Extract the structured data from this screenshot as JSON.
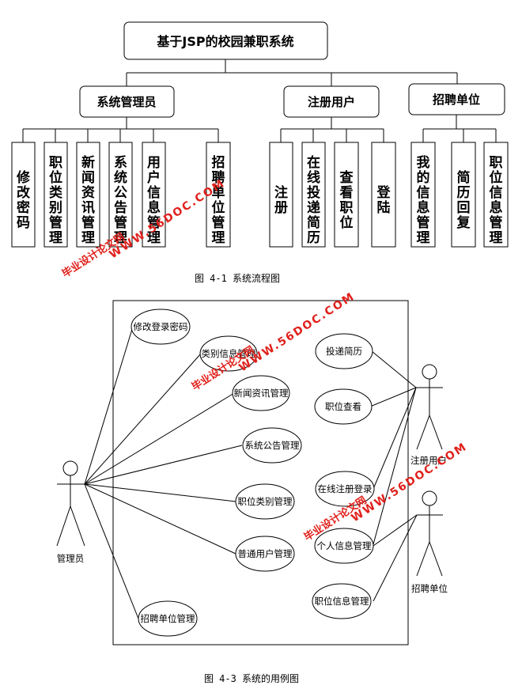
{
  "flowchart": {
    "root": "基于JSP的校园兼职系统",
    "groups": [
      {
        "label": "系统管理员",
        "children": [
          "修改密码",
          "职位类别管理",
          "新闻资讯管理",
          "系统公告管理",
          "用户信息管理",
          "招聘单位管理"
        ]
      },
      {
        "label": "注册用户",
        "children": [
          "注册",
          "在线投递简历",
          "查看职位",
          "登陆"
        ]
      },
      {
        "label": "招聘单位",
        "children": [
          "我的信息管理",
          "简历回复",
          "职位信息管理"
        ]
      }
    ],
    "caption": "图 4-1  系统流程图"
  },
  "usecase": {
    "actors": {
      "admin": "管理员",
      "user": "注册用户",
      "company": "招聘单位"
    },
    "admin_cases": [
      "修改登录密码",
      "类别信息管理",
      "新闻资讯管理",
      "系统公告管理",
      "职位类别管理",
      "普通用户管理",
      "招聘单位管理"
    ],
    "user_cases": [
      "投递简历",
      "职位查看",
      "在线注册登录",
      "个人信息管理"
    ],
    "company_cases": [
      "职位信息管理"
    ],
    "caption": "图 4-3  系统的用例图"
  },
  "watermarks": {
    "url": "WWW.56DOC.COM",
    "text": "毕业设计论文网"
  },
  "colors": {
    "watermark": "#e0201b",
    "stroke": "#000000"
  }
}
